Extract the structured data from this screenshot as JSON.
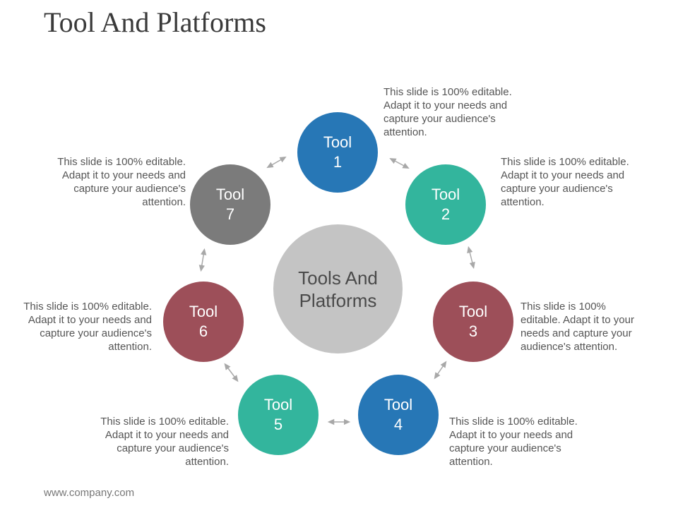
{
  "title": "Tool And Platforms",
  "footer": "www.company.com",
  "center": {
    "line1": "Tools And",
    "line2": "Platforms"
  },
  "colors": {
    "blue": "#2777b6",
    "teal": "#33b59d",
    "red": "#9d4f59",
    "gray": "#7b7b7b",
    "center": "#c4c4c4",
    "arrow": "#a8a8a8"
  },
  "tools": [
    {
      "word": "Tool",
      "num": "1",
      "desc": "This slide is 100% editable. Adapt it to your needs and capture your audience's attention."
    },
    {
      "word": "Tool",
      "num": "2",
      "desc": "This slide is 100% editable. Adapt it to your needs and capture your audience's attention."
    },
    {
      "word": "Tool",
      "num": "3",
      "desc": "This slide is 100% editable. Adapt it to your needs and capture your audience's attention."
    },
    {
      "word": "Tool",
      "num": "4",
      "desc": "This slide is 100% editable. Adapt it to your needs and capture your audience's attention."
    },
    {
      "word": "Tool",
      "num": "5",
      "desc": "This slide is 100% editable. Adapt it to your needs and capture your audience's attention."
    },
    {
      "word": "Tool",
      "num": "6",
      "desc": "This slide is 100% editable. Adapt it to your needs and capture your audience's attention."
    },
    {
      "word": "Tool",
      "num": "7",
      "desc": "This slide is 100% editable. Adapt it to your needs and capture your audience's attention."
    }
  ]
}
